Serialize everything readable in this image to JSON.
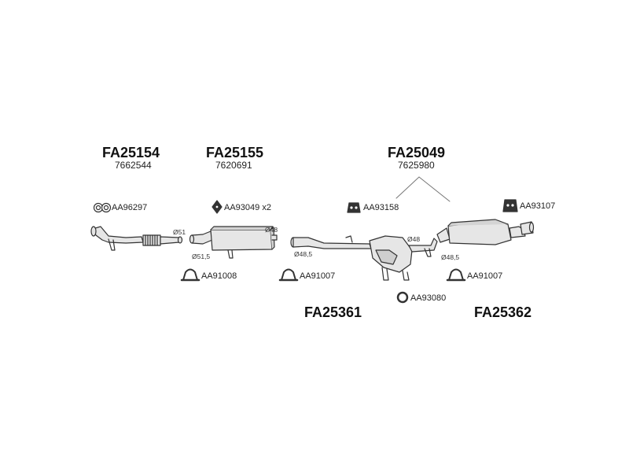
{
  "parts": [
    {
      "code": "FA25154",
      "oe": "7662544"
    },
    {
      "code": "FA25155",
      "oe": "7620691"
    },
    {
      "code": "FA25049",
      "oe": "7625980"
    },
    {
      "code": "FA25361"
    },
    {
      "code": "FA25362"
    }
  ],
  "accessories": [
    {
      "code": "AA96297",
      "icon": "ring-gasket-icon"
    },
    {
      "code": "AA93049",
      "suffix": "x2",
      "icon": "diamond-gasket-icon"
    },
    {
      "code": "AA93158",
      "icon": "rubber-hanger-icon"
    },
    {
      "code": "AA93107",
      "icon": "rubber-hanger-icon"
    },
    {
      "code": "AA91008",
      "icon": "u-clamp-icon"
    },
    {
      "code": "AA91007",
      "icon": "u-clamp-icon"
    },
    {
      "code": "AA91007",
      "icon": "u-clamp-icon"
    },
    {
      "code": "AA93080",
      "icon": "o-ring-icon"
    }
  ],
  "dimensions": [
    "Ø51",
    "Ø51,5",
    "Ø48",
    "Ø48,5",
    "Ø48",
    "Ø48,5"
  ],
  "colors": {
    "line": "#333333",
    "fill": "#e6e6e6",
    "text": "#111111"
  }
}
